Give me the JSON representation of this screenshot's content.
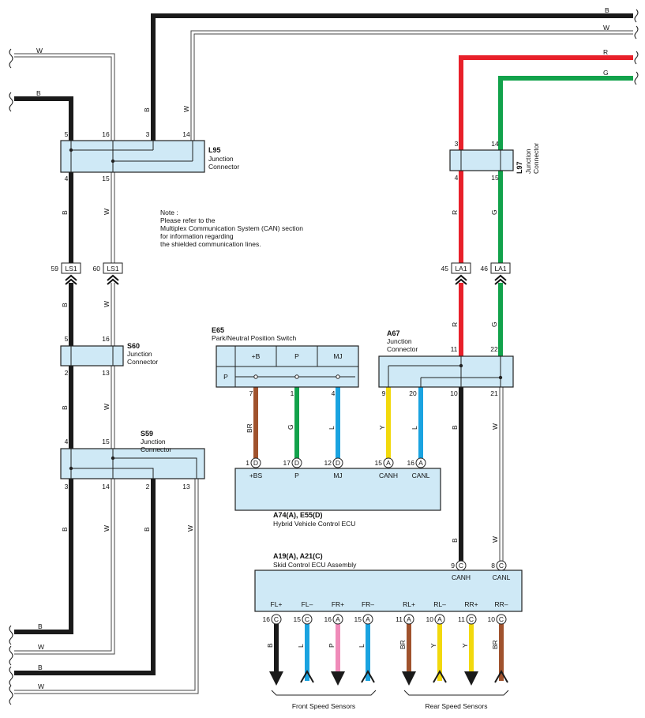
{
  "colors": {
    "B": "#1a1a1a",
    "W": "#c8c8c8",
    "R": "#e8202a",
    "G": "#12a24b",
    "BR": "#a0522d",
    "L": "#1aa3e0",
    "Y": "#f2d90c",
    "P": "#ef8bb9",
    "box": "#cfe9f6"
  },
  "wire_codes": {
    "B": "B",
    "W": "W",
    "R": "R",
    "G": "G",
    "BR": "BR",
    "L": "L",
    "Y": "Y",
    "P": "P"
  },
  "connectors": {
    "l95": {
      "id": "L95",
      "name": "Junction Connector",
      "pins": {
        "p5": "5",
        "p16": "16",
        "p3": "3",
        "p14": "14",
        "p4": "4",
        "p15": "15"
      }
    },
    "l97": {
      "id": "L97",
      "name": "Junction Connector",
      "pins": {
        "p3": "3",
        "p14": "14",
        "p4": "4",
        "p15": "15"
      }
    },
    "s60": {
      "id": "S60",
      "name": "Junction Connector",
      "pins": {
        "p5": "5",
        "p16": "16",
        "p2": "2",
        "p13": "13"
      }
    },
    "s59": {
      "id": "S59",
      "name": "Junction Connector",
      "pins": {
        "p4": "4",
        "p15": "15",
        "p3": "3",
        "p14": "14",
        "p2": "2",
        "p13": "13"
      }
    },
    "ls1": {
      "id": "LS1",
      "pin_a": "59",
      "pin_b": "60"
    },
    "la1": {
      "id": "LA1",
      "pin_a": "45",
      "pin_b": "46"
    },
    "e65": {
      "id": "E65",
      "name": "Park/Neutral Position Switch",
      "headers": [
        "+B",
        "P",
        "MJ"
      ],
      "row_label": "P",
      "pins": [
        "7",
        "1",
        "4"
      ]
    },
    "a67": {
      "id": "A67",
      "name": "Junction Connector",
      "pins": {
        "p11": "11",
        "p22": "22",
        "p9": "9",
        "p20": "20",
        "p10": "10",
        "p21": "21"
      }
    },
    "ecu": {
      "id": "A74(A), E55(D)",
      "name": "Hybrid Vehicle Control ECU",
      "pins": [
        {
          "num": "1",
          "code": "D",
          "label": "+BS"
        },
        {
          "num": "17",
          "code": "D",
          "label": "P"
        },
        {
          "num": "12",
          "code": "D",
          "label": "MJ"
        },
        {
          "num": "15",
          "code": "A",
          "label": "CANH"
        },
        {
          "num": "16",
          "code": "A",
          "label": "CANL"
        }
      ]
    },
    "skid": {
      "id": "A19(A), A21(C)",
      "name": "Skid Control ECU Assembly",
      "can_pins": [
        {
          "num": "9",
          "code": "C",
          "label": "CANH"
        },
        {
          "num": "8",
          "code": "C",
          "label": "CANL"
        }
      ],
      "sensor_pins": [
        {
          "num": "16",
          "code": "C",
          "label": "FL+"
        },
        {
          "num": "15",
          "code": "C",
          "label": "FL–"
        },
        {
          "num": "16",
          "code": "A",
          "label": "FR+"
        },
        {
          "num": "15",
          "code": "A",
          "label": "FR–"
        },
        {
          "num": "11",
          "code": "A",
          "label": "RL+"
        },
        {
          "num": "10",
          "code": "A",
          "label": "RL–"
        },
        {
          "num": "11",
          "code": "C",
          "label": "RR+"
        },
        {
          "num": "10",
          "code": "C",
          "label": "RR–"
        }
      ]
    }
  },
  "note": {
    "line1": "Note :",
    "line2": "Please refer to the",
    "line3": "Multiplex Communication System (CAN) section",
    "line4": "for information regarding",
    "line5": "the shielded communication lines."
  },
  "sensor_groups": {
    "front": "Front Speed Sensors",
    "rear": "Rear Speed Sensors"
  }
}
